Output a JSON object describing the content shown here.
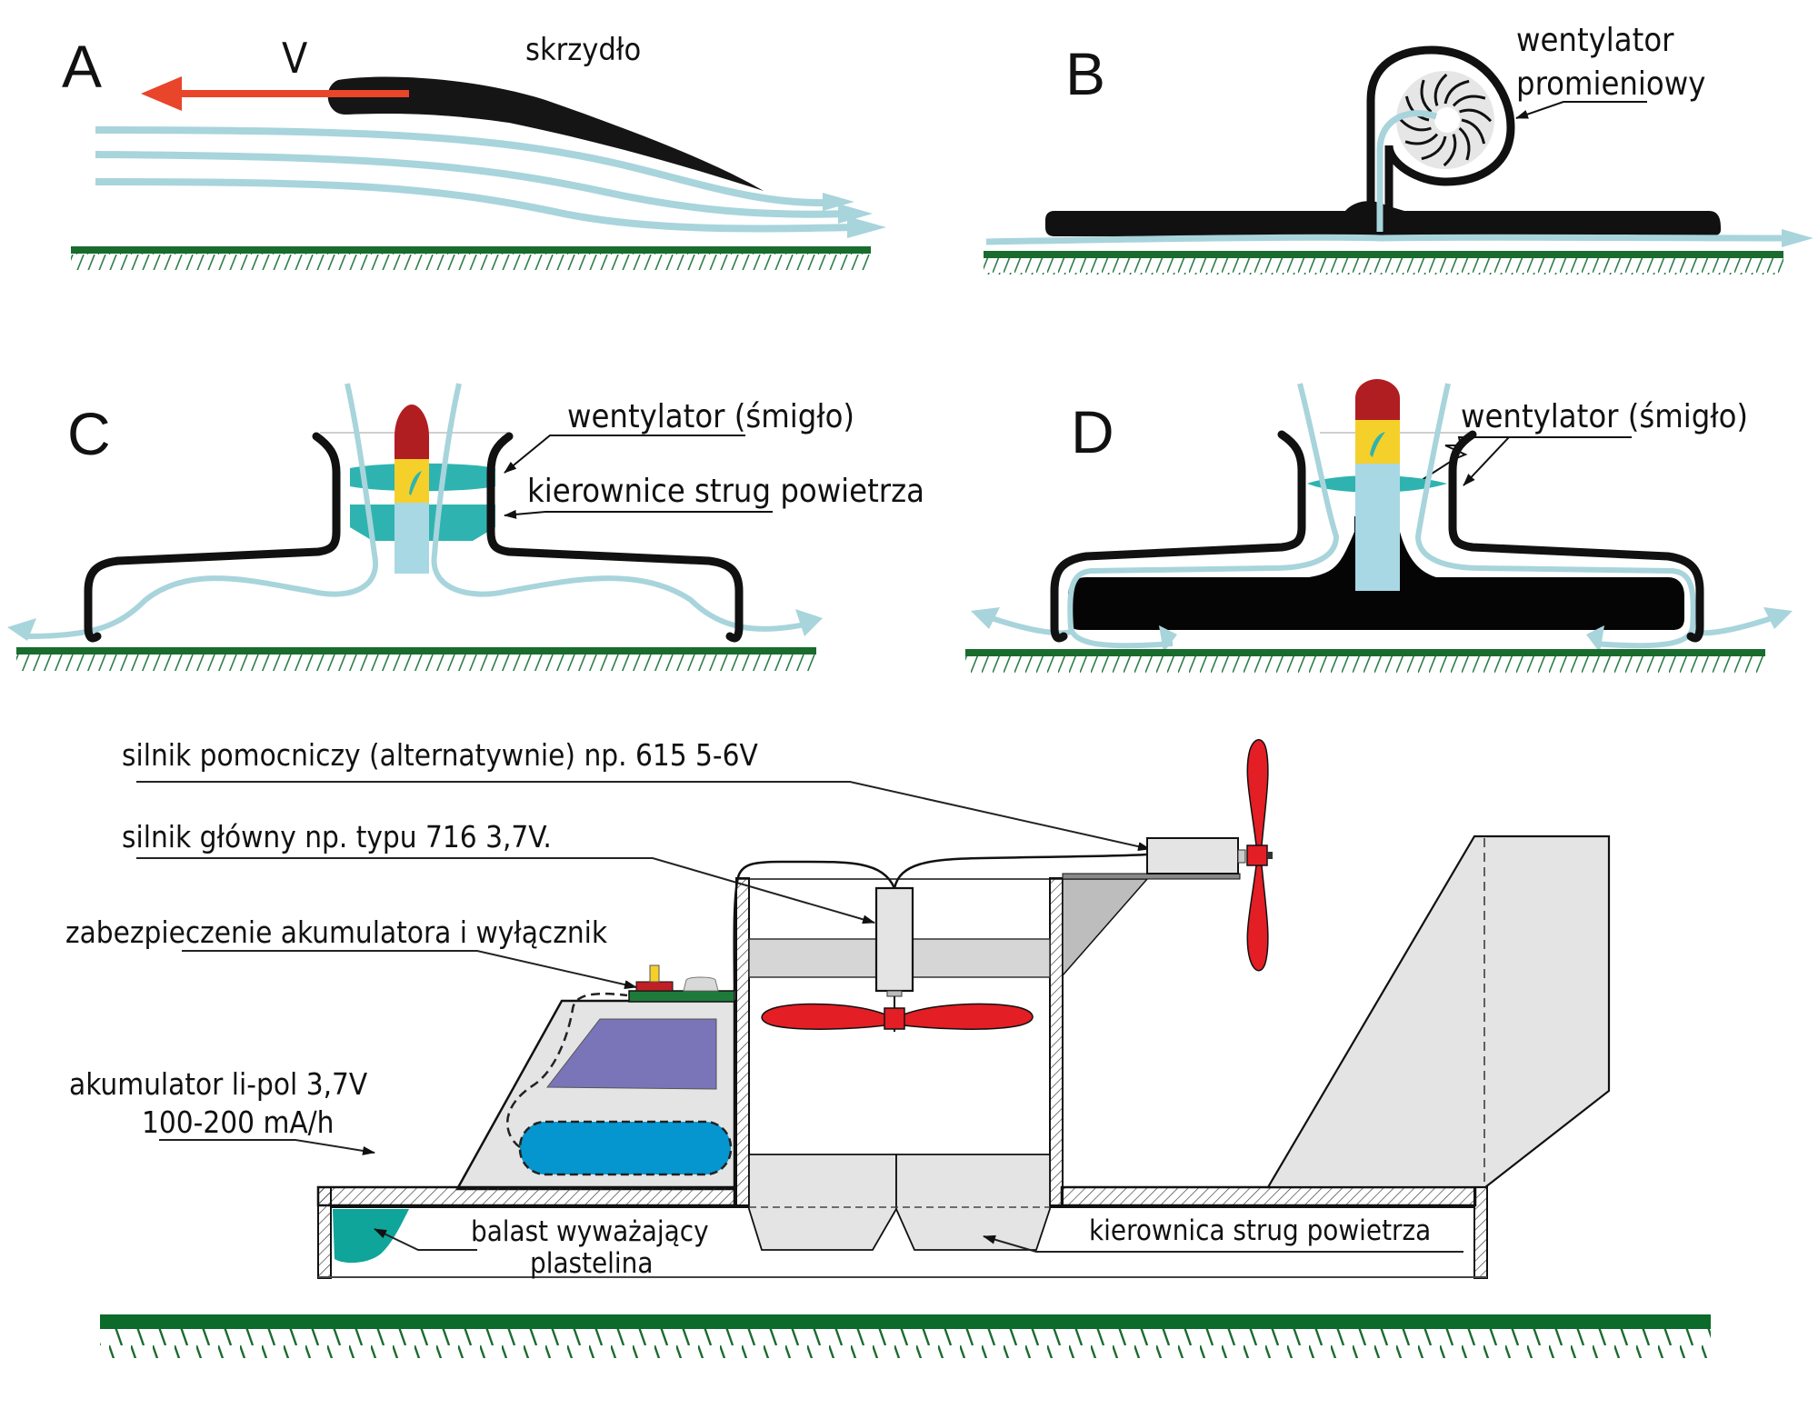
{
  "panels": {
    "A": {
      "letter": "A",
      "velocity_label": "V",
      "wing_label": "skrzydło"
    },
    "B": {
      "letter": "B",
      "fan_label_line1": "wentylator",
      "fan_label_line2": "promieniowy"
    },
    "C": {
      "letter": "C",
      "fan_label": "wentylator (śmigło)",
      "guides_label": "kierownice strug powietrza"
    },
    "D": {
      "letter": "D",
      "fan_label": "wentylator (śmigło)"
    }
  },
  "hovercraft": {
    "aux_motor_label": "silnik pomocniczy (alternatywnie) np. 615 5-6V",
    "main_motor_label": "silnik główny np. typu 716 3,7V.",
    "battery_protection_label": "zabezpieczenie akumulatora i wyłącznik",
    "battery_label_line1": "akumulator li-pol 3,7V",
    "battery_label_line2": "100-200 mA/h",
    "ballast_label_line1": "balast wyważający",
    "ballast_label_line2": "plastelina",
    "air_guide_label": "kierownica strug powietrza"
  },
  "colors": {
    "ground": "#1a6b2e",
    "airflow": "#a8d4dc",
    "velocity_arrow": "#e8452a",
    "propeller": "#e31e24",
    "nose_cone": "#b01e22",
    "hub_yellow": "#f5d02a",
    "guide_teal": "#2fb3b0",
    "motor_body": "#a8d8e4",
    "battery": "#0596d0",
    "window": "#7a74b8",
    "ballast": "#0fa59a",
    "panel_grey": "#e4e4e4",
    "pcb": "#1e7a3a"
  }
}
